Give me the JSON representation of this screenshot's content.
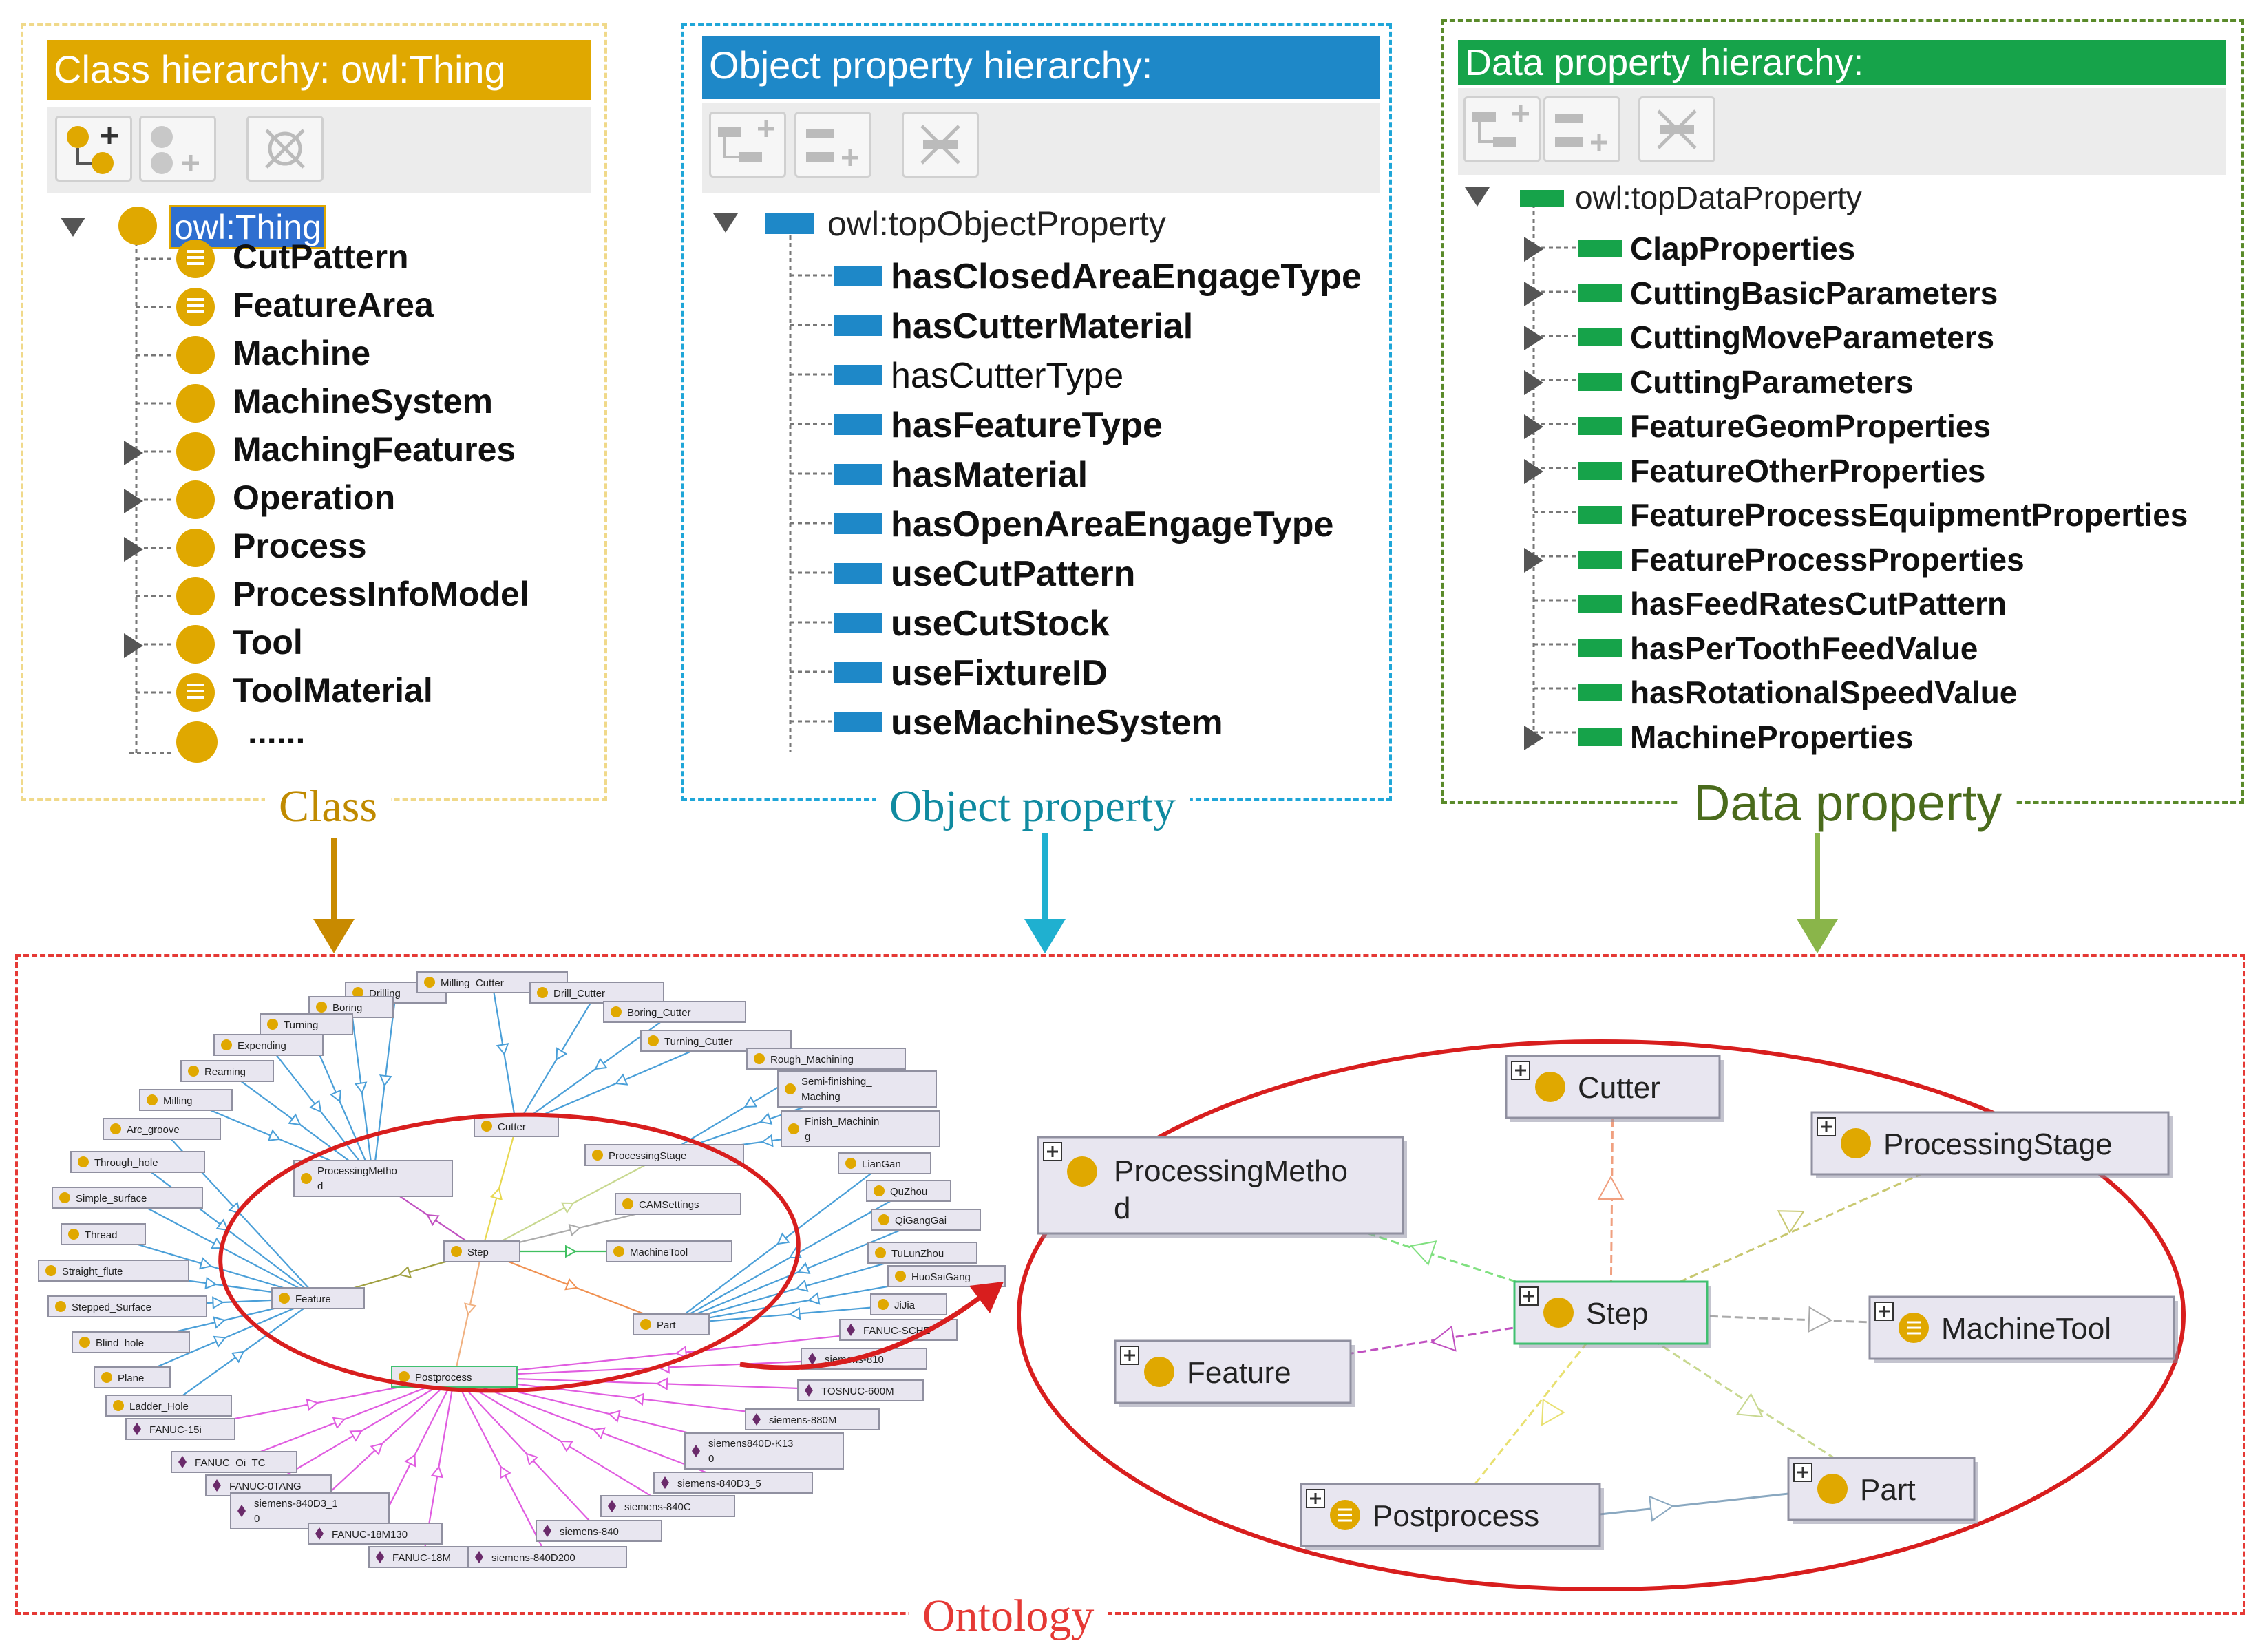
{
  "class_panel": {
    "title": "Class hierarchy: owl:Thing",
    "root": "owl:Thing",
    "items": [
      "CutPattern",
      "FeatureArea",
      "Machine",
      "MachineSystem",
      "MachingFeatures",
      "Operation",
      "Process",
      "ProcessInfoModel",
      "Tool",
      "ToolMaterial"
    ],
    "ellipsis": "......",
    "caption": "Class",
    "color": "#e0a800"
  },
  "object_panel": {
    "title": "Object property hierarchy:",
    "root": "owl:topObjectProperty",
    "items": [
      "hasClosedAreaEngageType",
      "hasCutterMaterial",
      "hasCutterType",
      "hasFeatureType",
      "hasMaterial",
      "hasOpenAreaEngageType",
      "useCutPattern",
      "useCutStock",
      "useFixtureID",
      "useMachineSystem"
    ],
    "caption": "Object property",
    "color": "#1e88c8"
  },
  "data_panel": {
    "title": "Data property hierarchy:",
    "root": "owl:topDataProperty",
    "items": [
      "ClapProperties",
      "CuttingBasicParameters",
      "CuttingMoveParameters",
      "CuttingParameters",
      "FeatureGeomProperties",
      "FeatureOtherProperties",
      "FeatureProcessEquipmentProperties",
      "FeatureProcessProperties",
      "hasFeedRatesCutPattern",
      "hasPerToothFeedValue",
      "hasRotationalSpeedValue",
      "MachineProperties"
    ],
    "caption": "Data property",
    "color": "#16a34a"
  },
  "ontology": {
    "caption": "Ontology",
    "frame_color": "#e53935",
    "small_graph": {
      "center_nodes": [
        "Step",
        "ProcessingMethod",
        "Cutter",
        "ProcessingStage",
        "CAMSettings",
        "MachineTool",
        "Feature",
        "Part",
        "Postprocess"
      ],
      "outer_nodes": [
        "Drilling",
        "Milling_Cutter",
        "Drill_Cutter",
        "Boring_Cutter",
        "Turning_Cutter",
        "Rough_Machining",
        "Semi-finishing_Maching",
        "Finish_Machining",
        "LianGan",
        "QuZhou",
        "QiGangGai",
        "TuLunZhou",
        "HuoSaiGang",
        "JiJia",
        "Boring",
        "Turning",
        "Expending",
        "Reaming",
        "Milling",
        "Arc_groove",
        "Through_hole",
        "Simple_surface",
        "Thread",
        "Straight_flute",
        "Stepped_Surface",
        "Blind_hole",
        "Plane",
        "Ladder_Hole",
        "FANUC-15i",
        "FANUC_Oi_TC",
        "FANUC-0TANG",
        "siemens-840D3_1 0",
        "FANUC-18M130",
        "FANUC-18M",
        "siemens-840D200",
        "siemens-840",
        "siemens-840C",
        "siemens-840D3_5",
        "siemens840D-K13 0",
        "siemens-880M",
        "TOSNUC-600M",
        "siemens-810",
        "FANUC-SCHE"
      ]
    },
    "zoom_graph": {
      "center": "Step",
      "nodes": [
        "ProcessingMethod",
        "Cutter",
        "ProcessingStage",
        "MachineTool",
        "Part",
        "Postprocess",
        "Feature"
      ]
    }
  }
}
